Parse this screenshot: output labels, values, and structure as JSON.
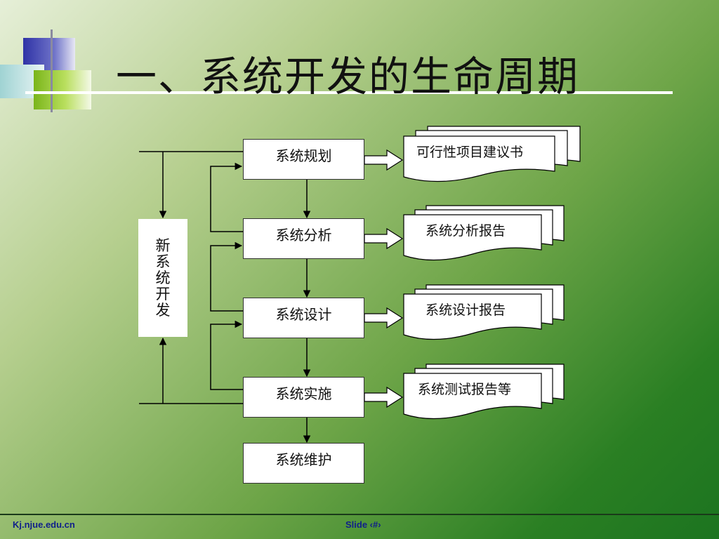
{
  "title": "一、系统开发的生命周期",
  "stages": [
    "系统规划",
    "系统分析",
    "系统设计",
    "系统实施",
    "系统维护"
  ],
  "side_label": "新系统开发",
  "documents": [
    "可行性项目建议书",
    "系统分析报告",
    "系统设计报告",
    "系统测试报告等"
  ],
  "footer": {
    "left": "Kj.njue.edu.cn",
    "center": "Slide ‹#›"
  },
  "colors": {
    "deco_blue": "#3b3fae",
    "deco_green": "#8bc41c",
    "deco_teal": "#9fd3d3"
  }
}
